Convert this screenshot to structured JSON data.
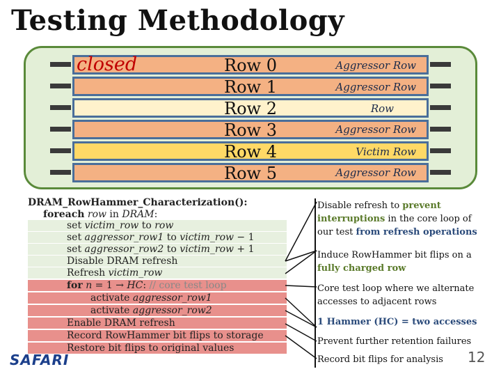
{
  "title": "Testing Methodology",
  "dram": {
    "closed_label": "closed",
    "rows": [
      {
        "label": "Row 0",
        "role": "Aggressor Row",
        "color": "#f4b183"
      },
      {
        "label": "Row 1",
        "role": "Aggressor Row",
        "color": "#f4b183"
      },
      {
        "label": "Row 2",
        "role": "Row",
        "color": "#fff2cc"
      },
      {
        "label": "Row 3",
        "role": "Aggressor Row",
        "color": "#f4b183"
      },
      {
        "label": "Row 4",
        "role": "Victim Row",
        "color": "#ffd966"
      },
      {
        "label": "Row 5",
        "role": "Aggressor Row",
        "color": "#f4b183"
      }
    ]
  },
  "code": {
    "func": "DRAM_RowHammer_Characterization():",
    "foreach_kw": "foreach",
    "foreach_row": "row",
    "foreach_in": " in ",
    "foreach_dram": "DRAM",
    "foreach_colon": ":",
    "l1_a": "set ",
    "l1_b": "victim_row",
    "l1_c": " to ",
    "l1_d": "row",
    "l2_a": "set ",
    "l2_b": "aggressor_row1",
    "l2_c": " to ",
    "l2_d": "victim_row",
    "l2_e": " − 1",
    "l3_a": "set ",
    "l3_b": "aggressor_row2",
    "l3_c": " to ",
    "l3_d": "victim_row",
    "l3_e": " + 1",
    "l4": "Disable DRAM refresh",
    "l5_a": "Refresh ",
    "l5_b": "victim_row",
    "l6_kw": "for",
    "l6_n": "n",
    "l6_mid": " = 1 → ",
    "l6_hc": "HC",
    "l6_colon": ":",
    "l6_comment": " // core test loop",
    "l7_a": "activate ",
    "l7_b": "aggressor_row1",
    "l8_a": "activate ",
    "l8_b": "aggressor_row2",
    "l9": "Enable DRAM refresh",
    "l10": "Record RowHammer bit flips to storage",
    "l11": "Restore bit flips to original values"
  },
  "notes": {
    "n1_a": "Disable refresh to ",
    "n1_b": "prevent interruptions",
    "n1_c": " in the core loop of our test ",
    "n1_d": "from refresh operations",
    "n2_a": "Induce RowHammer bit flips on a ",
    "n2_b": "fully charged row",
    "n3": "Core test loop where we alternate accesses to adjacent rows",
    "n4": "1 Hammer (HC) = two accesses",
    "n5": "Prevent further retention failures",
    "n6": "Record bit flips for analysis"
  },
  "footer": {
    "logo": "SAFARI",
    "page_number": "12"
  }
}
